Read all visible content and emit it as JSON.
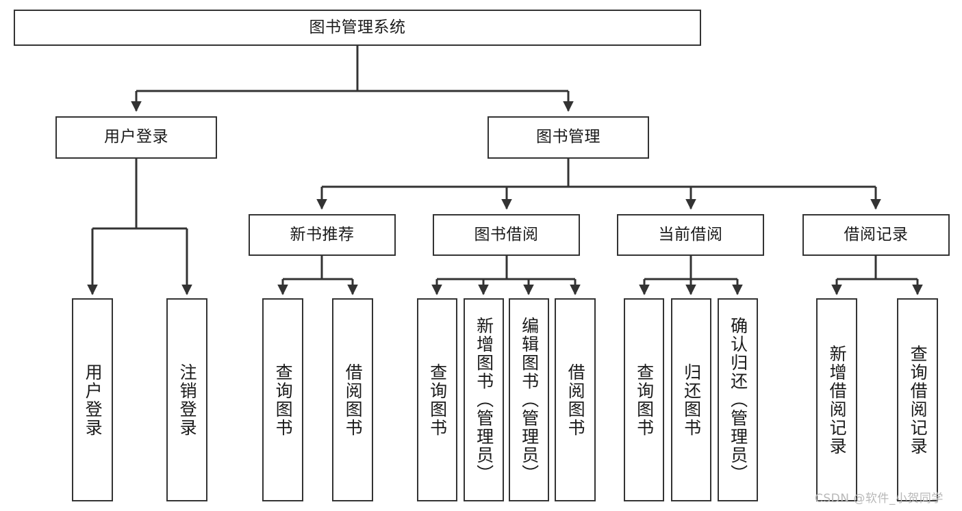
{
  "diagram": {
    "title": "图书管理系统",
    "type": "tree-hierarchy",
    "watermark": "CSDN @软件_小贺同学",
    "colors": {
      "node_border": "#333333",
      "node_fill": "#ffffff",
      "edge": "#333333",
      "text": "#1a1a1a",
      "watermark": "#b8b8b8",
      "background": "#ffffff"
    },
    "root": {
      "label": "图书管理系统"
    },
    "level2": [
      {
        "label": "用户登录"
      },
      {
        "label": "图书管理"
      }
    ],
    "level3": [
      {
        "label": "新书推荐"
      },
      {
        "label": "图书借阅"
      },
      {
        "label": "当前借阅"
      },
      {
        "label": "借阅记录"
      }
    ],
    "leaves": {
      "user_login": [
        {
          "label": "用户登录"
        },
        {
          "label": "注销登录"
        }
      ],
      "new_book_recommend": [
        {
          "label": "查询图书"
        },
        {
          "label": "借阅图书"
        }
      ],
      "book_borrow": [
        {
          "label": "查询图书"
        },
        {
          "label": "新增图书（管理员）"
        },
        {
          "label": "编辑图书（管理员）"
        },
        {
          "label": "借阅图书"
        }
      ],
      "current_borrow": [
        {
          "label": "查询图书"
        },
        {
          "label": "归还图书"
        },
        {
          "label": "确认归还（管理员）"
        }
      ],
      "borrow_record": [
        {
          "label": "新增借阅记录"
        },
        {
          "label": "查询借阅记录"
        }
      ]
    }
  }
}
